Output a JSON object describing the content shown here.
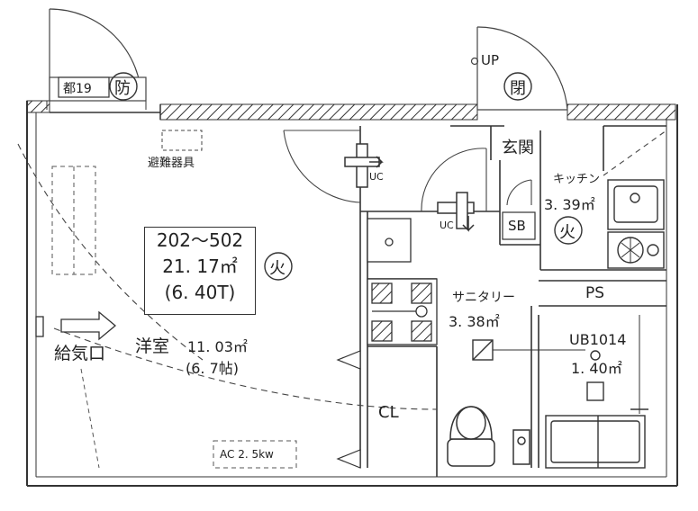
{
  "unit": {
    "range": "202～502",
    "area": "21. 17㎡",
    "tatami": "(6. 40T)"
  },
  "rooms": {
    "western": {
      "name": "洋室",
      "area": "11. 03㎡",
      "tatami": "(6. 7帖)"
    },
    "kitchen": {
      "name": "キッチン",
      "area": "3. 39㎡"
    },
    "sanitary": {
      "name": "サニタリー",
      "area": "3. 38㎡"
    },
    "bath": {
      "name": "UB1014",
      "area": "1. 40㎡"
    },
    "entrance": "玄関",
    "closet": "CL",
    "pipe_space": "PS",
    "shoe_box": "SB"
  },
  "labels": {
    "fire_prevention": "防",
    "kitchen_fire": "火",
    "room_fire": "火",
    "door_lock": "閉",
    "up": "UP",
    "shaft": "都19",
    "escape": "避難器具",
    "air_intake": "給気口",
    "ac": "AC 2. 5kw",
    "uc_left": "UC",
    "uc_right": "UC"
  }
}
